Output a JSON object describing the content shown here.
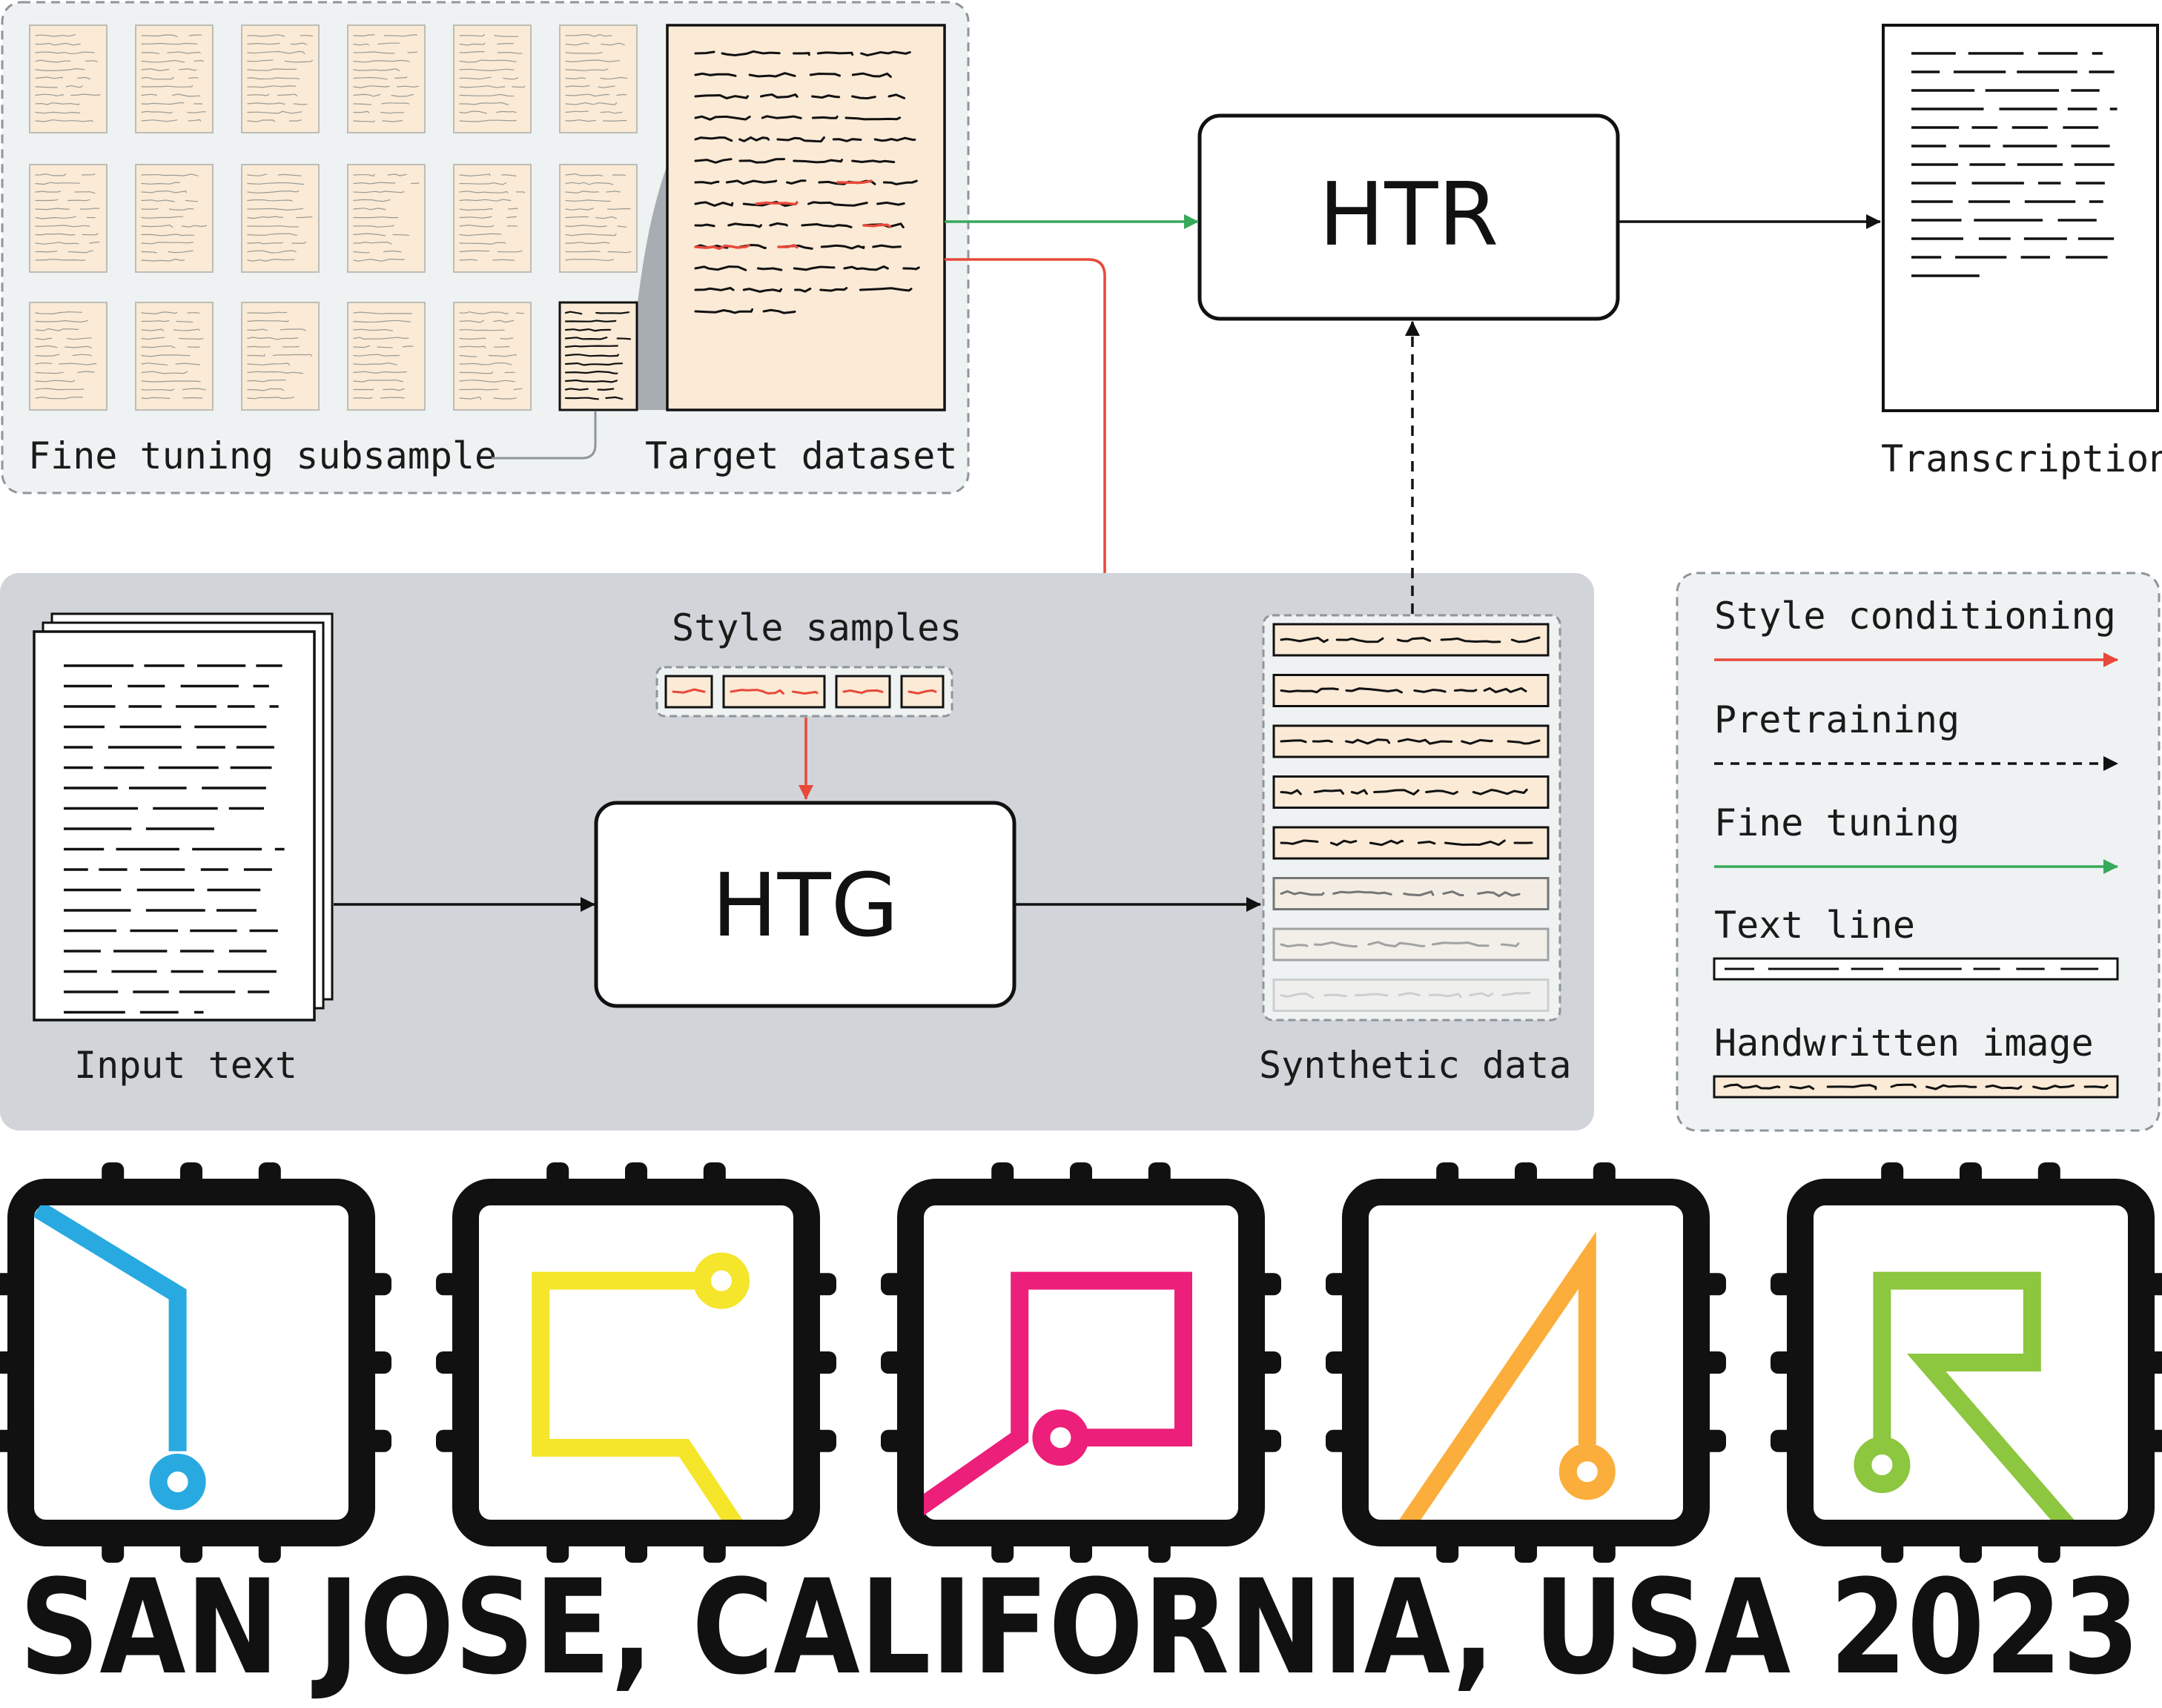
{
  "top_panel": {
    "fine_tuning_label": "Fine tuning subsample",
    "target_label": "Target dataset"
  },
  "htr": {
    "label": "HTR"
  },
  "transcription": {
    "label": "Transcription"
  },
  "htg_panel": {
    "input_text_label": "Input text",
    "style_samples_label": "Style samples",
    "htg_label": "HTG",
    "synthetic_label": "Synthetic data"
  },
  "legend": {
    "items": [
      {
        "label": "Style conditioning",
        "kind": "arrow",
        "color": "#e8483a",
        "dashed": false
      },
      {
        "label": "Pretraining",
        "kind": "arrow",
        "color": "#111111",
        "dashed": true
      },
      {
        "label": "Fine tuning",
        "kind": "arrow",
        "color": "#37a95b",
        "dashed": false
      },
      {
        "label": "Text line",
        "kind": "text-line"
      },
      {
        "label": "Handwritten image",
        "kind": "handwritten-image"
      }
    ]
  },
  "colors": {
    "style_conditioning": "#e8483a",
    "pretraining": "#111111",
    "fine_tuning": "#37a95b",
    "paper": "#faead6",
    "top_panel_bg": "#eef2f3",
    "htg_panel_bg": "#d1d4d8",
    "legend_bg": "#eef2f3"
  },
  "logo": {
    "text": "SAN JOSE, CALIFORNIA, USA 2023",
    "chips": [
      {
        "letter": "I",
        "color": "#28aae1"
      },
      {
        "letter": "C",
        "color": "#f5e52b"
      },
      {
        "letter": "D",
        "color": "#ec1f7a"
      },
      {
        "letter": "A",
        "color": "#fbae3b"
      },
      {
        "letter": "R",
        "color": "#8dc63f"
      }
    ]
  }
}
